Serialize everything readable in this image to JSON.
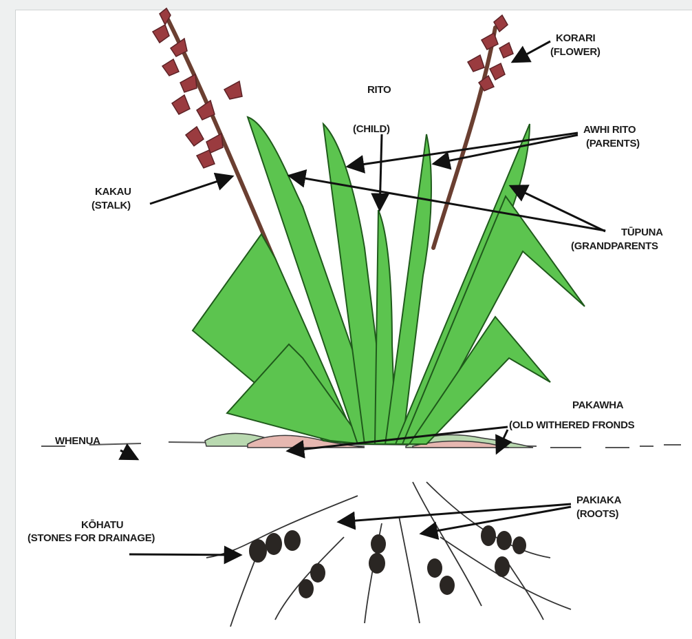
{
  "labels": {
    "korari": "KORARI",
    "korari_sub": "(FLOWER)",
    "rito": "RITO",
    "rito_sub": "(CHILD)",
    "awhi_rito": "AWHI  RITO",
    "awhi_rito_sub": "(PARENTS)",
    "kakau": "KAKAU",
    "kakau_sub": "(STALK)",
    "tupuna": "TŪPUNA",
    "tupuna_sub": "(GRANDPARENTS",
    "pakawha": "PAKAWHA",
    "pakawha_sub": "(OLD WITHERED FRONDS",
    "whenua": "WHENUA",
    "pakiaka": "PAKIAKA",
    "pakiaka_sub": "(ROOTS)",
    "kohatu": "KŌHATU",
    "kohatu_sub": "(STONES FOR DRAINAGE)"
  },
  "colors": {
    "leaf": "#5cc44f",
    "leaf_dark": "#2f8f2a",
    "stalk": "#7a4a3a",
    "flower": "#9a3b3f",
    "withered": "#b9d9b0",
    "withered_pink": "#e6b7b0",
    "stone": "#2a2623",
    "arrow": "#111111"
  }
}
